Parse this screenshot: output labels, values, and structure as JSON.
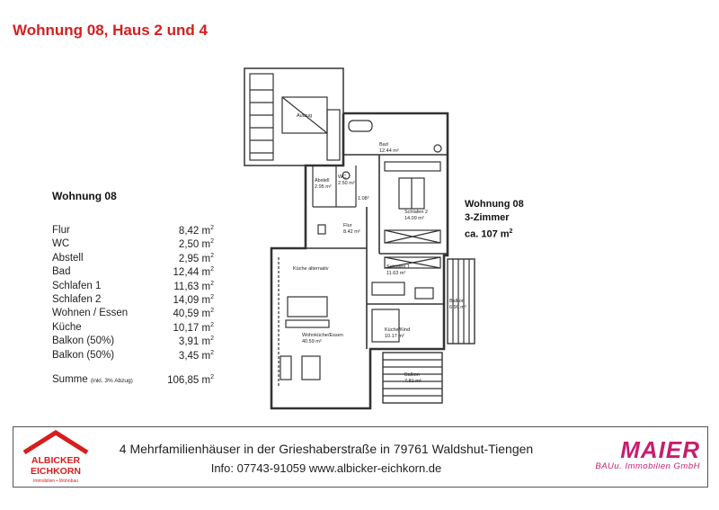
{
  "title": "Wohnung 08, Haus 2 und 4",
  "unit": {
    "heading": "Wohnung 08",
    "rooms": [
      {
        "name": "Flur",
        "value": "8,42 m",
        "sup": "2"
      },
      {
        "name": "WC",
        "value": "2,50 m",
        "sup": "2"
      },
      {
        "name": "Abstell",
        "value": "2,95 m",
        "sup": "2"
      },
      {
        "name": "Bad",
        "value": "12,44 m",
        "sup": "2"
      },
      {
        "name": "Schlafen 1",
        "value": "11,63 m",
        "sup": "2"
      },
      {
        "name": "Schlafen 2",
        "value": "14,09 m",
        "sup": "2"
      },
      {
        "name": "Wohnen / Essen",
        "value": "40,59 m",
        "sup": "2"
      },
      {
        "name": "Küche",
        "value": "10,17 m",
        "sup": "2"
      },
      {
        "name": "Balkon (50%)",
        "value": "3,91 m",
        "sup": "2"
      },
      {
        "name": "Balkon (50%)",
        "value": "3,45 m",
        "sup": "2"
      }
    ],
    "total_label": "Summe",
    "total_note": "(inkl. 3% Abzug)",
    "total_value": "106,85 m",
    "total_sup": "2"
  },
  "side_info": {
    "line1": "Wohnung 08",
    "line2": "3-Zimmer",
    "line3": "ca. 107 m",
    "line3_sup": "2"
  },
  "plan_labels": {
    "aufzug": "Aufzug",
    "bad": "Bad",
    "bad_area": "12.44 m²",
    "abstell": "Abstell",
    "abstell_area": "2.95 m²",
    "wc": "WC",
    "wc_area": "2.50 m²",
    "small_area": "1.08²",
    "schlafen2": "Schlafen 2",
    "schlafen2_area": "14.09 m²",
    "flur": "Flur",
    "flur_area": "8.42 m²",
    "kueche_alt": "Küche alternativ",
    "schlafen1": "Schlafen 1",
    "schlafen1_area": "11.63 m²",
    "balkon_right": "Balkon",
    "balkon_right_area": "6.90 m²",
    "wohnkueche": "Wohnküche/Essen",
    "wohnkueche_area": "40.59 m²",
    "kuechekind": "Küche/Kind",
    "kuechekind_area": "10.17 m²",
    "balkon_bottom": "Balkon",
    "balkon_bottom_area": "7.81 m²"
  },
  "footer": {
    "line1": "4 Mehrfamilienhäuser in der Grieshaberstraße in 79761 Waldshut-Tiengen",
    "line2": "Info: 07743-91059   www.albicker-eichkorn.de",
    "logo_left_line1": "ALBICKER",
    "logo_left_line2": "EICHKORN",
    "logo_left_sub": "Immobilien • Wohnbau",
    "logo_right_name": "MAIER",
    "logo_right_sub": "BAUu. Immobilien GmbH"
  },
  "colors": {
    "title": "#d61e1e",
    "brand_left": "#d61e1e",
    "brand_right": "#c81d6f"
  }
}
